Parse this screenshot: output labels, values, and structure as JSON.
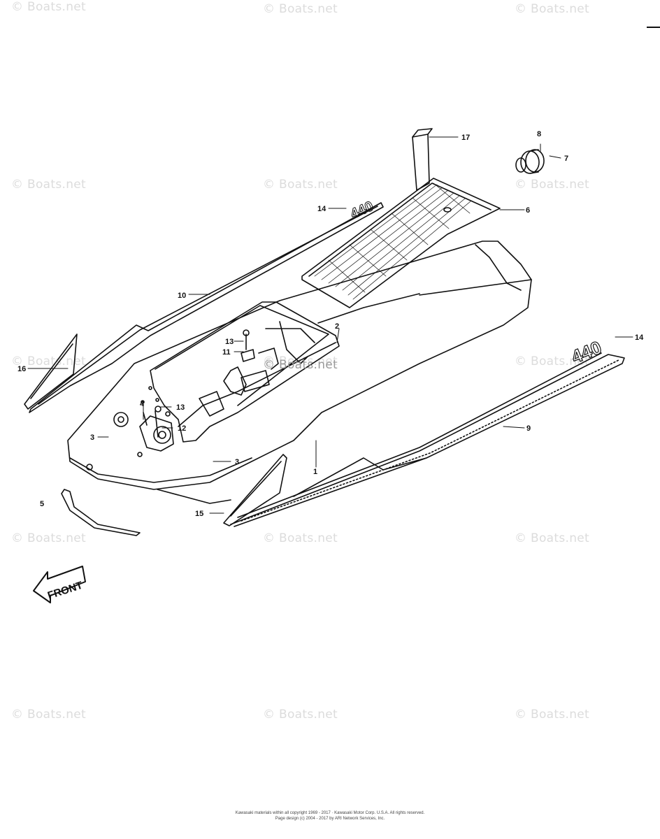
{
  "watermark": "© Boats.net",
  "diagram": {
    "callouts": [
      "17",
      "8",
      "7",
      "6",
      "14",
      "10",
      "2",
      "13",
      "11",
      "16",
      "4",
      "13",
      "12",
      "3",
      "3",
      "1",
      "9",
      "14",
      "15",
      "5"
    ],
    "front_label": "FRONT",
    "decal_left_text": "440",
    "decal_right_text": "440"
  },
  "footer": {
    "line1": "Kawasaki materials within all copyright 1969 - 2017 · Kawasaki Motor Corp. U.S.A. All rights reserved.",
    "line2": "Page design (c) 2004 - 2017 by ARI Network Services, Inc."
  }
}
